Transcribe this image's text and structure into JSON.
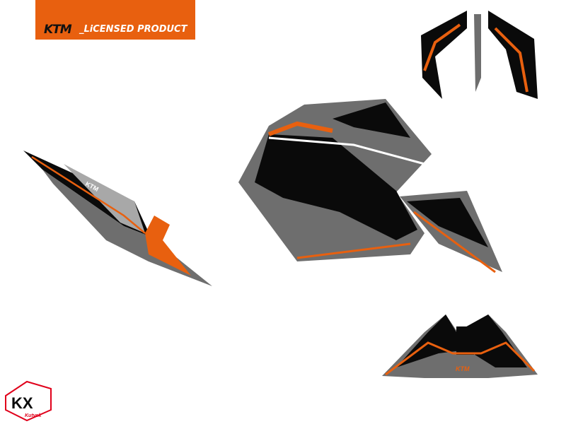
{
  "banner": {
    "brand": "KTM",
    "text": "_LiCENSED PRODUCT",
    "color": "#e8600f"
  },
  "logo": {
    "text": "KX Kutvek"
  },
  "colors": {
    "orange": "#e8600f",
    "black": "#0a0a0a",
    "gray": "#6e6e6e",
    "light_gray": "#a8a8a8"
  }
}
